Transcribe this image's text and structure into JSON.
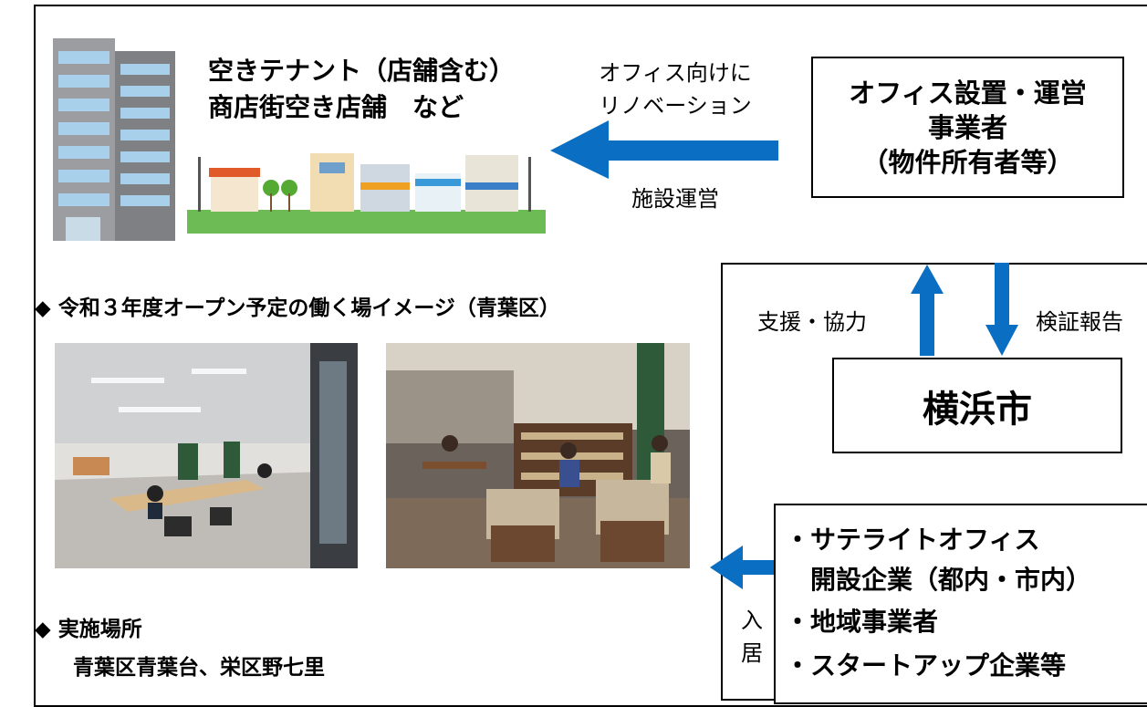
{
  "tenant_text": {
    "line1": "空きテナント（店舗含む）",
    "line2": "商店街空き店舗　など"
  },
  "arrow_top": {
    "line1": "オフィス向けに",
    "line2": "リノベーション",
    "below": "施設運営"
  },
  "operator_box": {
    "line1": "オフィス設置・運営",
    "line2": "事業者",
    "line3": "（物件所有者等）"
  },
  "support_label": "支援・協力",
  "report_label": "検証報告",
  "city_label": "横浜市",
  "image_heading": "◆ 令和３年度オープン予定の働く場イメージ（青葉区）",
  "location_heading": "◆ 実施場所",
  "location_detail": "青葉区青葉台、栄区野七里",
  "move_in_label": "入居",
  "companies": [
    "・サテライトオフィス",
    "　開設企業（都内・市内）",
    "・地域事業者",
    "・スタートアップ企業等"
  ],
  "colors": {
    "arrow_blue": "#0a6fc2",
    "building_gray": "#8f8f93",
    "window_blue": "#9fc8e6",
    "ground_green": "#6dbb54"
  }
}
